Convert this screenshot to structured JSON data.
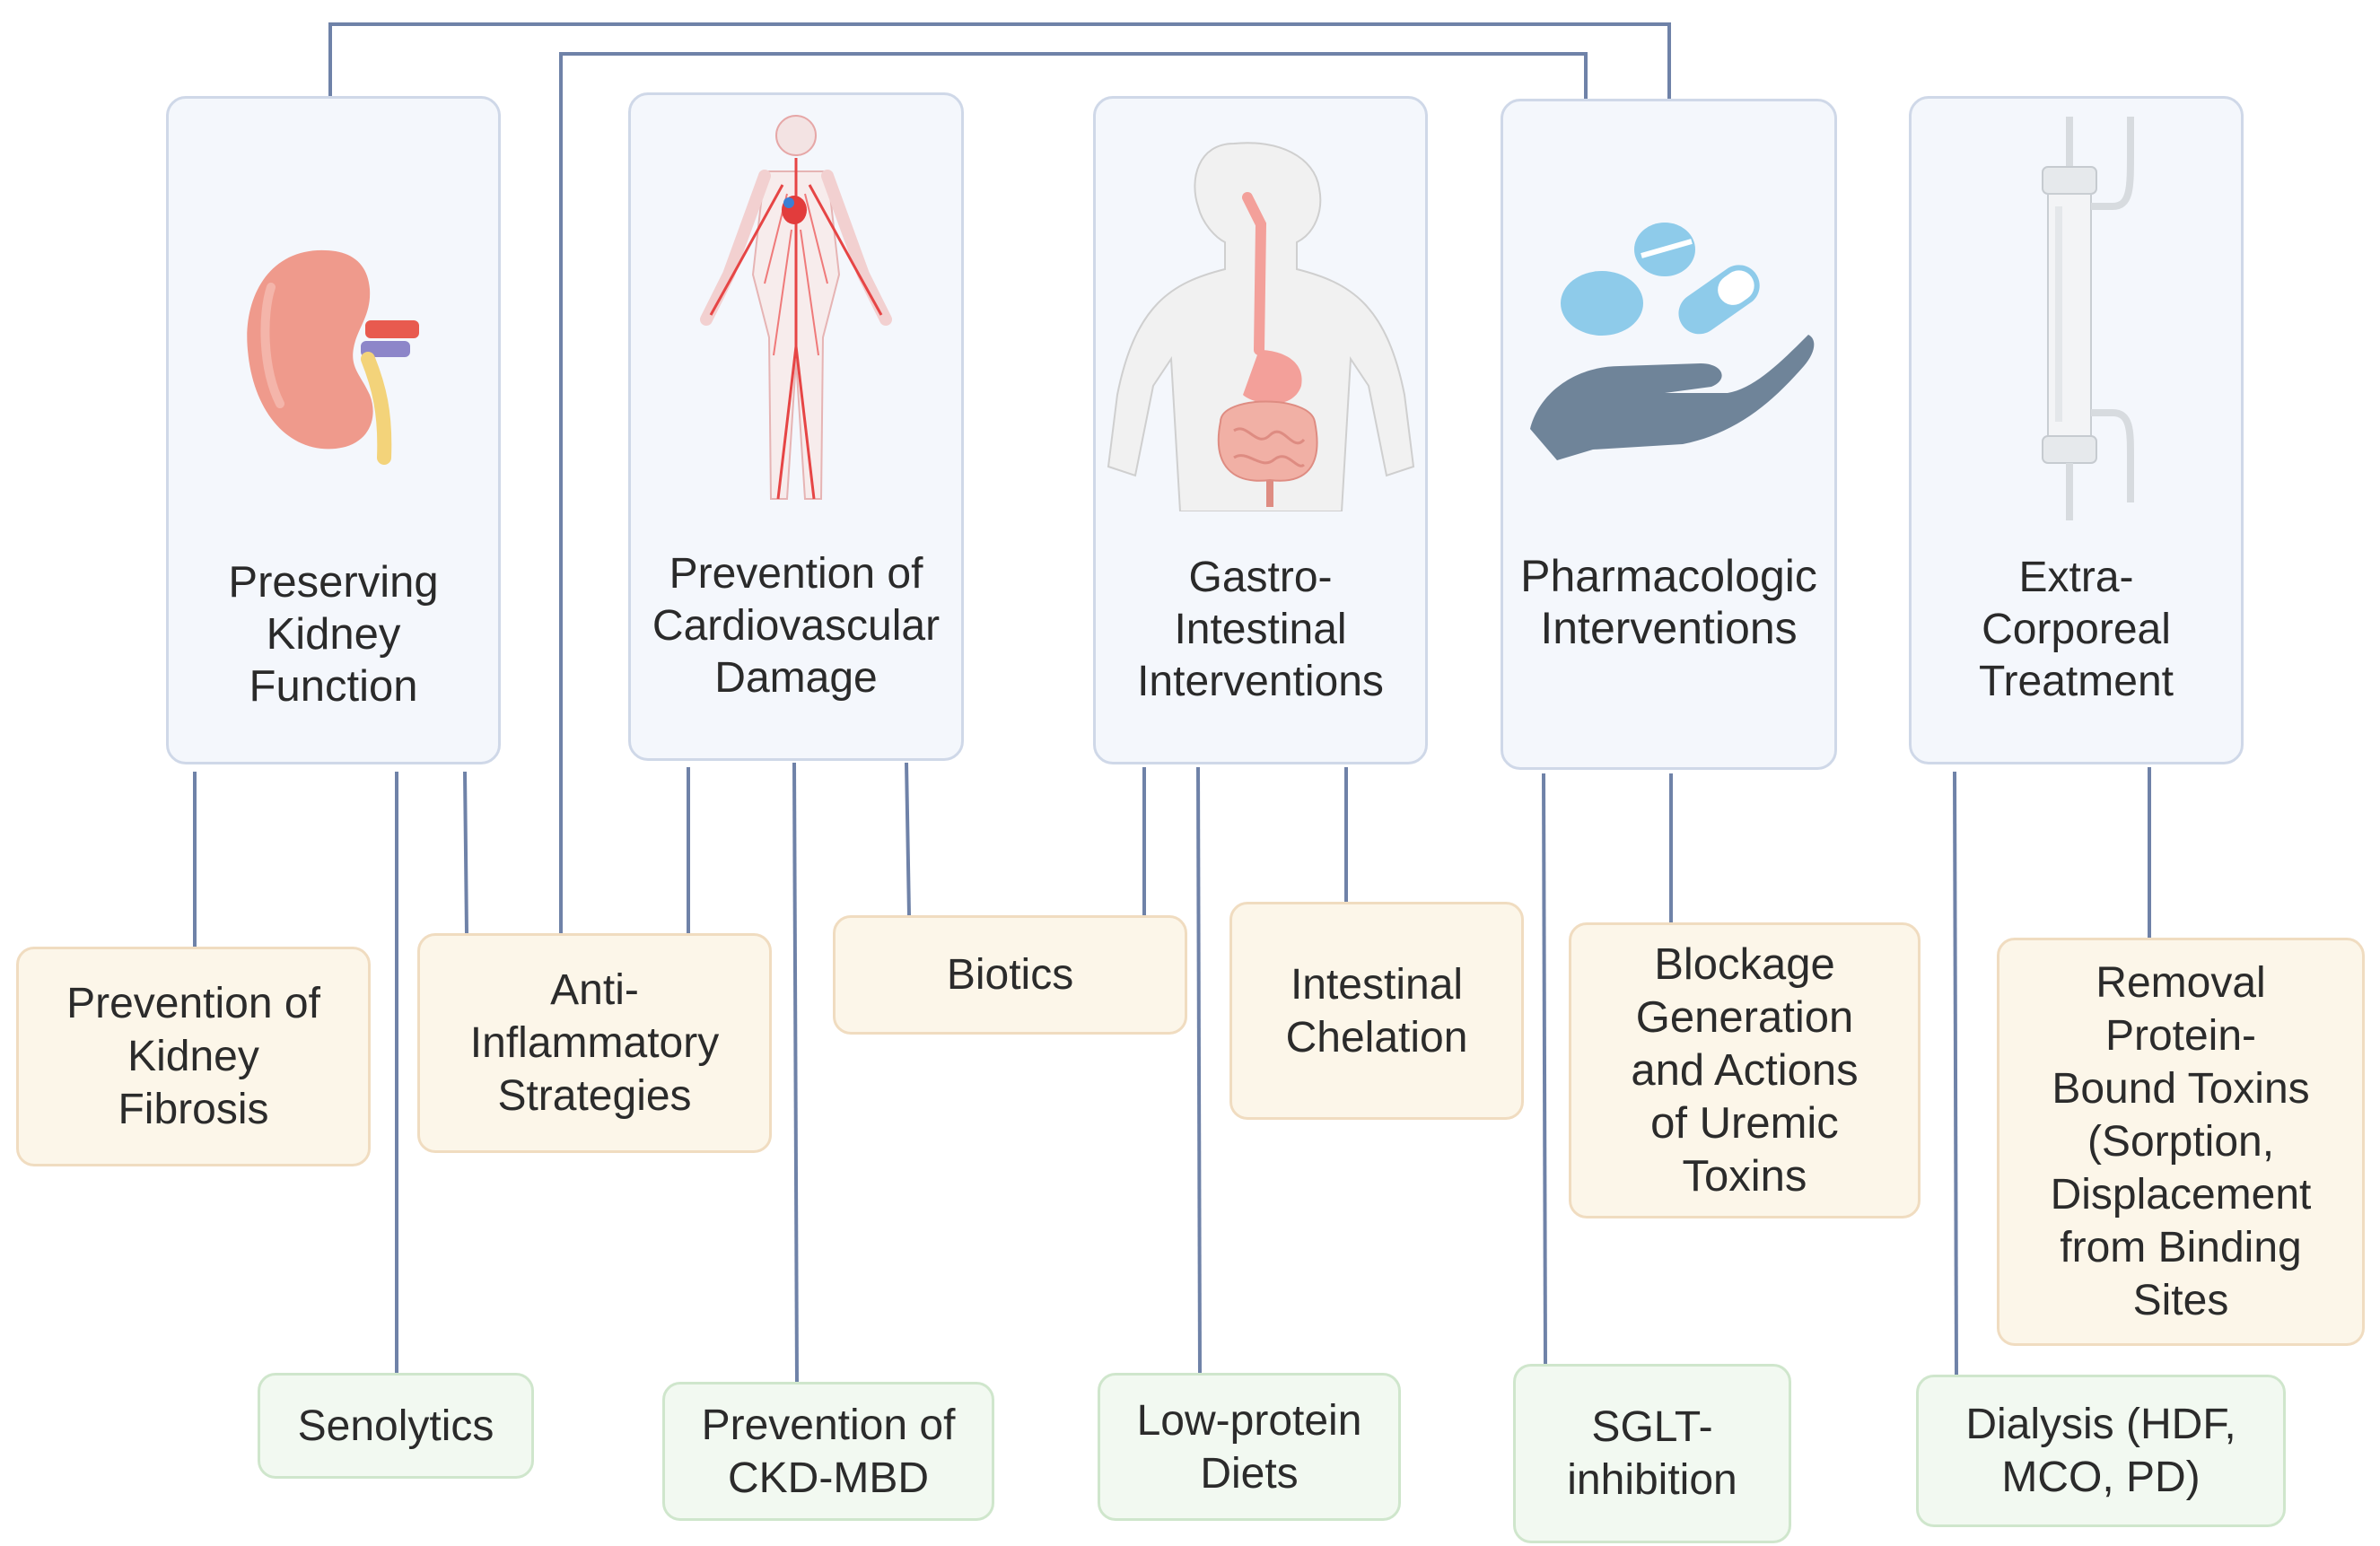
{
  "categories": [
    {
      "id": "kidney",
      "title": "Preserving\nKidney\nFunction",
      "icon": "kidney-icon"
    },
    {
      "id": "cardio",
      "title": "Prevention of\nCardiovascular\nDamage",
      "icon": "circulatory-system-icon"
    },
    {
      "id": "gi",
      "title": "Gastro-\nIntestinal\nInterventions",
      "icon": "digestive-system-icon"
    },
    {
      "id": "pharma",
      "title": "Pharmacologic\nInterventions",
      "icon": "pills-in-hand-icon"
    },
    {
      "id": "extra",
      "title": "Extra-\nCorporeal\nTreatment",
      "icon": "dialyzer-filter-icon"
    }
  ],
  "interventions": [
    {
      "id": "fibrosis",
      "label": "Prevention of\nKidney\nFibrosis",
      "color": "orange"
    },
    {
      "id": "antiinflam",
      "label": "Anti-\nInflammatory\nStrategies",
      "color": "orange"
    },
    {
      "id": "biotics",
      "label": "Biotics",
      "color": "orange"
    },
    {
      "id": "chelation",
      "label": "Intestinal\nChelation",
      "color": "orange"
    },
    {
      "id": "blockage",
      "label": "Blockage\nGeneration\nand Actions\nof Uremic\nToxins",
      "color": "orange"
    },
    {
      "id": "removal",
      "label": "Removal\nProtein-\nBound Toxins\n(Sorption,\nDisplacement\nfrom Binding\nSites",
      "color": "orange"
    },
    {
      "id": "senolytics",
      "label": "Senolytics",
      "color": "green"
    },
    {
      "id": "ckdmbd",
      "label": "Prevention of\nCKD-MBD",
      "color": "green"
    },
    {
      "id": "lowprotein",
      "label": "Low-protein\nDiets",
      "color": "green"
    },
    {
      "id": "sglt",
      "label": "SGLT-\ninhibition",
      "color": "green"
    },
    {
      "id": "dialysis",
      "label": "Dialysis (HDF,\nMCO, PD)",
      "color": "green"
    }
  ],
  "colors": {
    "connector": "#6f82a8",
    "card_fill": "#f4f7fc",
    "card_border": "#cfd8e8",
    "orange_fill": "#fcf6e9",
    "green_fill": "#f2f9f1"
  }
}
